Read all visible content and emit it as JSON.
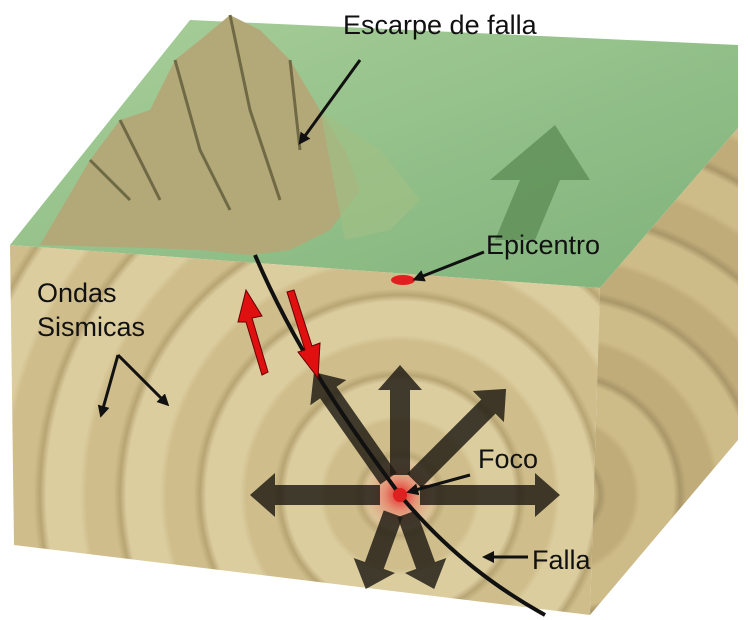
{
  "labels": {
    "fault_scarp": "Escarpe de falla",
    "epicenter": "Epicentro",
    "seismic_waves_line1": "Ondas",
    "seismic_waves_line2": "Sismicas",
    "focus": "Foco",
    "fault": "Falla"
  },
  "colors": {
    "ground_top": "#8fbf85",
    "ground_front": "#d9c99a",
    "ground_side": "#c9b684",
    "focus": "#e02020",
    "slip_arrows": "#e01010",
    "mountains": "#a99f6e"
  }
}
